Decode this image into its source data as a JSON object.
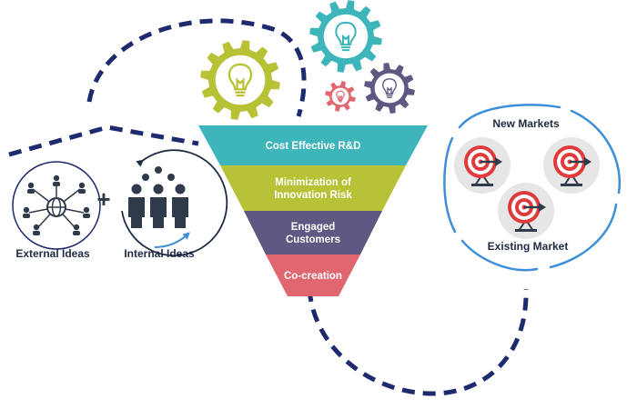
{
  "funnel": {
    "stages": [
      {
        "label_lines": [
          "Cost Effective R&D"
        ],
        "color": "#3DB5BA"
      },
      {
        "label_lines": [
          "Minimization of",
          "Innovation Risk"
        ],
        "color": "#B8C236"
      },
      {
        "label_lines": [
          "Engaged",
          "Customers"
        ],
        "color": "#5E5882"
      },
      {
        "label_lines": [
          "Co-creation"
        ],
        "color": "#E0666F"
      }
    ]
  },
  "ideas": {
    "external_label": "External Ideas",
    "internal_label": "Internal Ideas",
    "plus_sign": "+"
  },
  "markets": {
    "new_label": "New Markets",
    "existing_label": "Existing Market"
  },
  "icons": {
    "gears": [
      "lightbulb-gear-icon",
      "lightbulb-gear-icon",
      "lightbulb-gear-icon",
      "lightbulb-gear-icon"
    ],
    "targets": [
      "target-icon",
      "target-icon",
      "target-icon"
    ],
    "network": "network-globe-icon",
    "team": "team-people-icon"
  },
  "colors": {
    "navy_dash": "#1E2A6E",
    "blue_arc": "#3D8FD8",
    "label_text": "#1F2A44",
    "gear_green": "#B8C236",
    "gear_teal": "#3DB5BA",
    "gear_purple": "#5E5882",
    "gear_pink": "#E0666F",
    "target_red": "#E03A3A",
    "icon_dark": "#2F3A4A",
    "circle_grey": "#E6E6E6"
  }
}
